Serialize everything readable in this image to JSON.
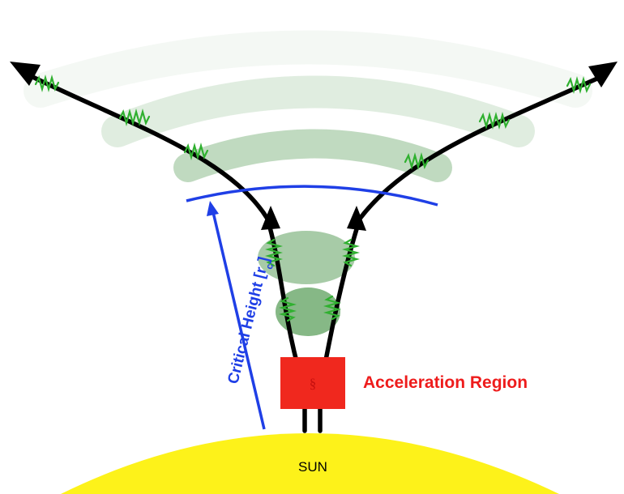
{
  "labels": {
    "sun": "SUN",
    "acceleration_region": "Acceleration Region",
    "acceleration_symbol": "§",
    "critical_height": "Critical Height [r",
    "critical_height_sub": "c",
    "critical_height_close": "]"
  },
  "colors": {
    "sun": "#fdf21a",
    "acceleration_box": "#f0281e",
    "acceleration_text": "#ee1c1c",
    "critical_line": "#1f3fe6",
    "field_line": "#000000",
    "wave": "#2fb02f",
    "plasma": "#3c8c3c"
  }
}
